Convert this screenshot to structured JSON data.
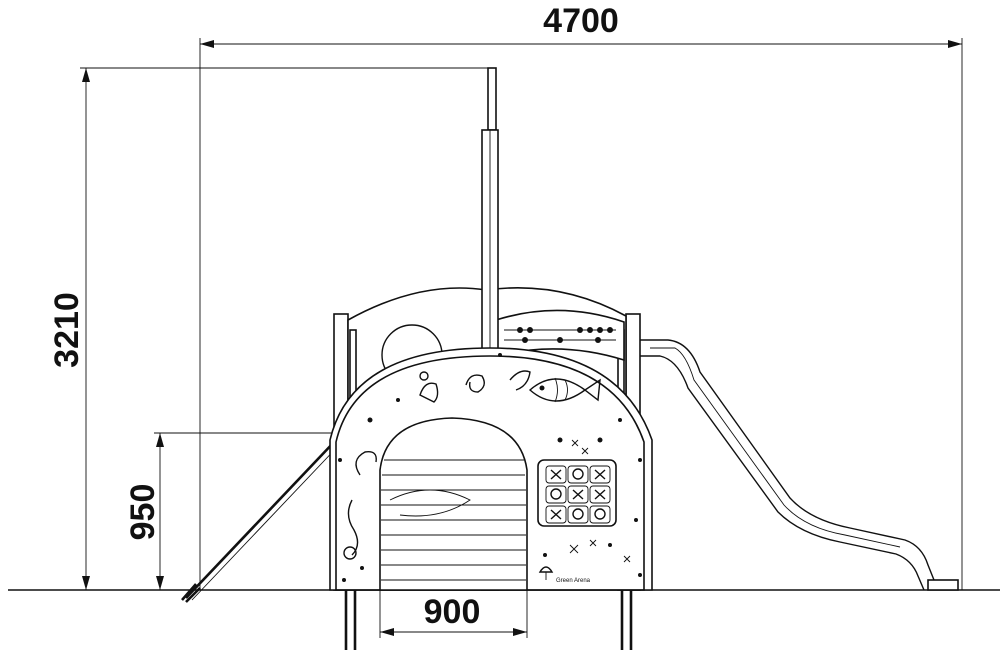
{
  "dimensions": {
    "overall_width": "4700",
    "overall_height": "3210",
    "platform_height": "950",
    "arch_opening_width": "900"
  },
  "panel_text": {
    "logo_caption": "Green Arena"
  }
}
